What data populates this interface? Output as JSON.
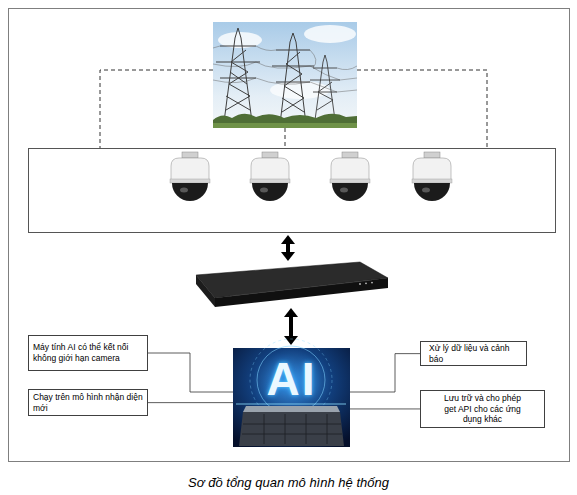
{
  "diagram": {
    "caption": "Sơ đồ tổng quan mô hình hệ thống",
    "nodes": [
      {
        "text": [
          "Máy tính AI có thể kết nối không giới hạn camera"
        ]
      },
      {
        "text": [
          "Xử lý dữ liệu và cảnh báo"
        ]
      },
      {
        "text": [
          "AI"
        ]
      },
      {
        "text": [
          "Chạy trên mô hình nhận diện mới"
        ]
      },
      {
        "text": [
          "Lưu trữ và cho phép get API cho các ứng dụng khác"
        ]
      }
    ],
    "edges": [
      {
        "from": 0,
        "to": 2,
        "arrow": "none"
      },
      {
        "from": 3,
        "to": 2,
        "arrow": "none"
      },
      {
        "from": 1,
        "to": 2,
        "arrow": "none"
      },
      {
        "from": 4,
        "to": 2,
        "arrow": "none"
      }
    ]
  }
}
